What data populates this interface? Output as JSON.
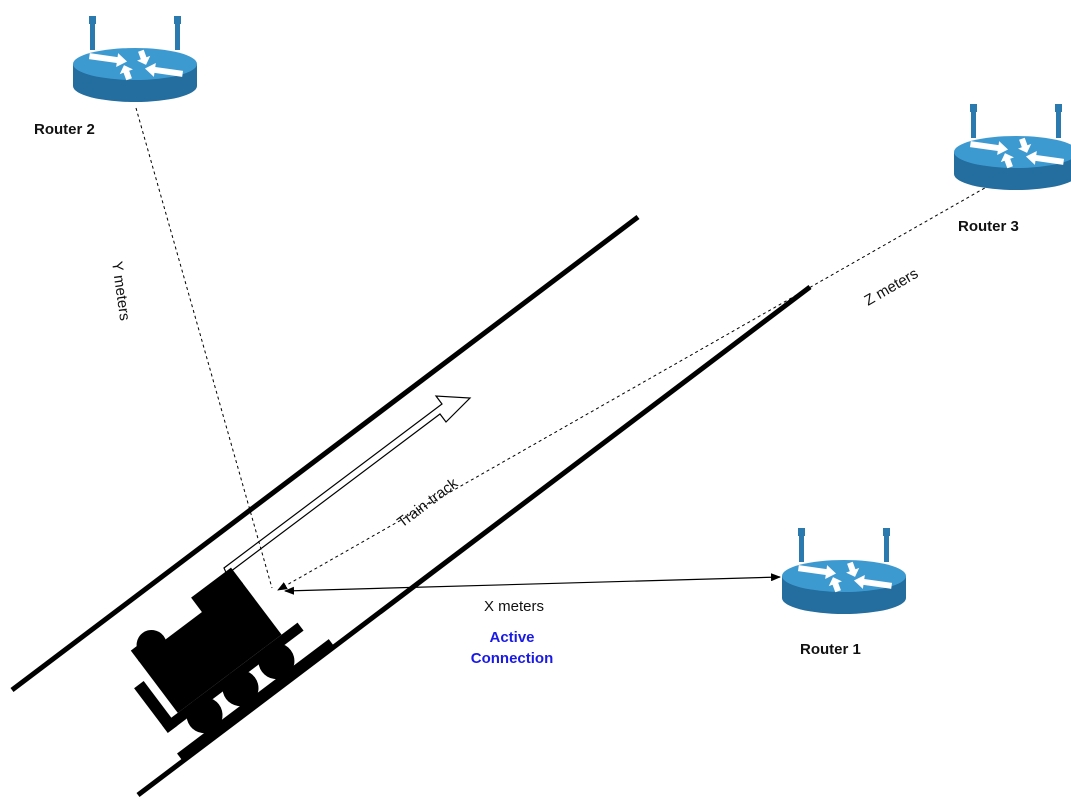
{
  "routers": [
    {
      "id": "router1",
      "label": "Router 1"
    },
    {
      "id": "router2",
      "label": "Router 2"
    },
    {
      "id": "router3",
      "label": "Router 3"
    }
  ],
  "distances": {
    "x": "X meters",
    "y": "Y meters",
    "z": "Z meters"
  },
  "track_label": "Train-track",
  "connection": {
    "line1": "Active",
    "line2": "Connection"
  },
  "colors": {
    "router_body": "#2a7ab0",
    "router_top": "#3d9ad1",
    "active_connection_text": "#1a1ae6",
    "track": "#000000",
    "train": "#000000"
  }
}
